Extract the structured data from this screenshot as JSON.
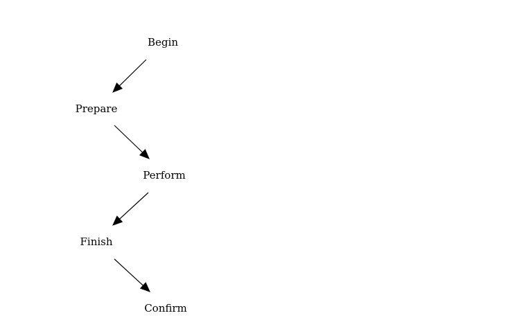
{
  "diagram": {
    "nodes": [
      {
        "id": "begin",
        "label": "Begin"
      },
      {
        "id": "prepare",
        "label": "Prepare"
      },
      {
        "id": "perform",
        "label": "Perform"
      },
      {
        "id": "finish",
        "label": "Finish"
      },
      {
        "id": "confirm",
        "label": "Confirm"
      }
    ],
    "edges": [
      {
        "from": "begin",
        "to": "prepare"
      },
      {
        "from": "prepare",
        "to": "perform"
      },
      {
        "from": "perform",
        "to": "finish"
      },
      {
        "from": "finish",
        "to": "confirm"
      }
    ],
    "colors": {
      "text": "#000000",
      "edge": "#000000",
      "background": "#ffffff"
    }
  }
}
